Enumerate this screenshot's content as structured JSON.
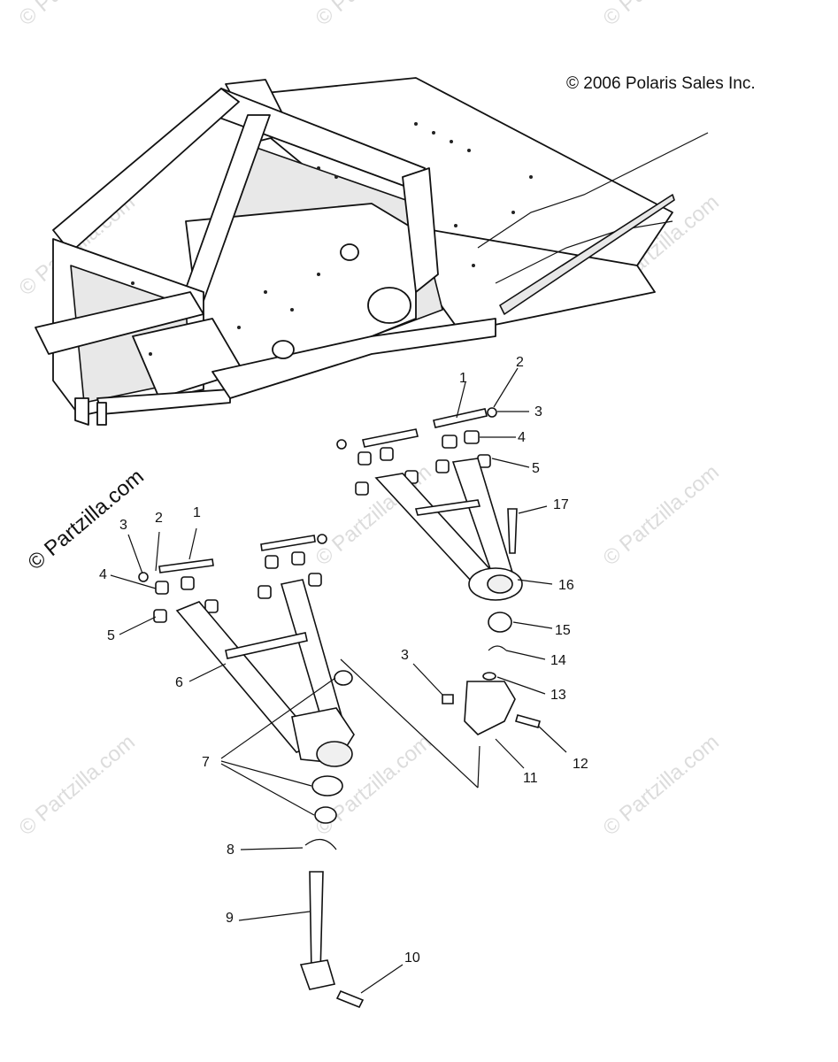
{
  "copyright": "© 2006 Polaris Sales Inc.",
  "watermark": "© Partzilla.com",
  "callouts": [
    "1",
    "2",
    "3",
    "4",
    "5",
    "6",
    "7",
    "8",
    "9",
    "10",
    "11",
    "12",
    "13",
    "14",
    "15",
    "16",
    "17"
  ],
  "colors": {
    "ink": "#111111",
    "watermark": "#dcdcdc",
    "background": "#ffffff"
  }
}
